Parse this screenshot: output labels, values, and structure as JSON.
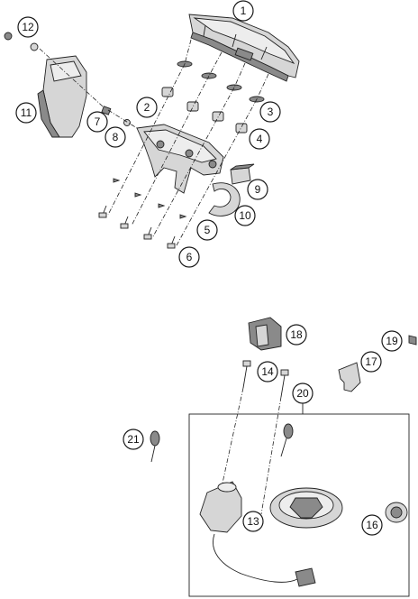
{
  "callouts": [
    {
      "id": "c1",
      "label": "1"
    },
    {
      "id": "c2",
      "label": "2"
    },
    {
      "id": "c3",
      "label": "3"
    },
    {
      "id": "c4",
      "label": "4"
    },
    {
      "id": "c5",
      "label": "5"
    },
    {
      "id": "c6",
      "label": "6"
    },
    {
      "id": "c7",
      "label": "7"
    },
    {
      "id": "c8",
      "label": "8"
    },
    {
      "id": "c9",
      "label": "9"
    },
    {
      "id": "c10",
      "label": "10"
    },
    {
      "id": "c11",
      "label": "11"
    },
    {
      "id": "c12",
      "label": "12"
    },
    {
      "id": "c13",
      "label": "13"
    },
    {
      "id": "c14",
      "label": "14"
    },
    {
      "id": "c16",
      "label": "16"
    },
    {
      "id": "c17",
      "label": "17"
    },
    {
      "id": "c18",
      "label": "18"
    },
    {
      "id": "c19",
      "label": "19"
    },
    {
      "id": "c20",
      "label": "20"
    },
    {
      "id": "c21",
      "label": "21"
    }
  ]
}
